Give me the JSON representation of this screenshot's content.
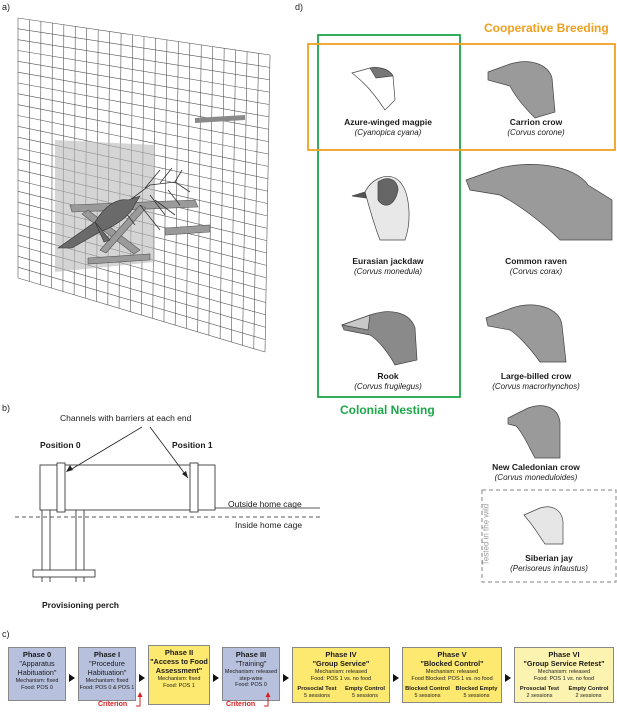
{
  "panels": {
    "a": "a)",
    "b": "b)",
    "c": "c)",
    "d": "d)"
  },
  "panel_b": {
    "channels_label": "Channels with barriers at each end",
    "position0": "Position 0",
    "position1": "Position 1",
    "outside": "Outside home cage",
    "inside": "Inside home cage",
    "perch": "Provisioning perch"
  },
  "panel_d": {
    "cooperative_label": "Cooperative Breeding",
    "colonial_label": "Colonial Nesting",
    "wild_label": "Tested in the wild",
    "colors": {
      "cooperative": "#f0a020",
      "colonial": "#1ea64b"
    },
    "birds": [
      {
        "name": "Azure-winged magpie",
        "latin": "(Cyanopica cyana)"
      },
      {
        "name": "Carrion crow",
        "latin": "(Corvus corone)"
      },
      {
        "name": "Eurasian jackdaw",
        "latin": "(Corvus monedula)"
      },
      {
        "name": "Common raven",
        "latin": "(Corvus corax)"
      },
      {
        "name": "Rook",
        "latin": "(Corvus frugilegus)"
      },
      {
        "name": "Large-billed crow",
        "latin": "(Corvus macrorhynchos)"
      },
      {
        "name": "New Caledonian crow",
        "latin": "(Corvus moneduloides)"
      },
      {
        "name": "Siberian jay",
        "latin": "(Perisoreus infaustus)"
      }
    ]
  },
  "panel_c": {
    "criterion": "Criterion",
    "phases": [
      {
        "title": "Phase 0",
        "name": "\"Apparatus Habituation\"",
        "mech": "Mechanism: fixed",
        "food": "Food: POS 0"
      },
      {
        "title": "Phase I",
        "name": "\"Procedure Habituation\"",
        "mech": "Mechanism: fixed",
        "food": "Food: POS 0 & POS 1"
      },
      {
        "title": "Phase II",
        "name": "\"Access to Food Assessment\"",
        "mech": "Mechanism: fixed",
        "food": "Food: POS 1"
      },
      {
        "title": "Phase III",
        "name": "\"Training\"",
        "mech": "Mechanism: released step-wise",
        "food": "Food: POS 0"
      },
      {
        "title": "Phase IV",
        "name": "\"Group Service\"",
        "mech": "Mechanism: released",
        "food": "Food: POS 1 vs. no food",
        "sub": [
          {
            "t": "Prosocial Test",
            "s": "5 sessions"
          },
          {
            "t": "Empty Control",
            "s": "5 sessions"
          }
        ]
      },
      {
        "title": "Phase V",
        "name": "\"Blocked Control\"",
        "mech": "Mechanism: released",
        "food": "Food Blocked: POS 1 vs. no food",
        "sub": [
          {
            "t": "Blocked Control",
            "s": "5 sessions"
          },
          {
            "t": "Blocked Empty",
            "s": "5 sessions"
          }
        ]
      },
      {
        "title": "Phase VI",
        "name": "\"Group Service Retest\"",
        "mech": "Mechanism: released",
        "food": "Food: POS 1 vs. no food",
        "sub": [
          {
            "t": "Prosocial Test",
            "s": "2 sessions"
          },
          {
            "t": "Empty Control",
            "s": "2 sessions"
          }
        ]
      }
    ]
  }
}
